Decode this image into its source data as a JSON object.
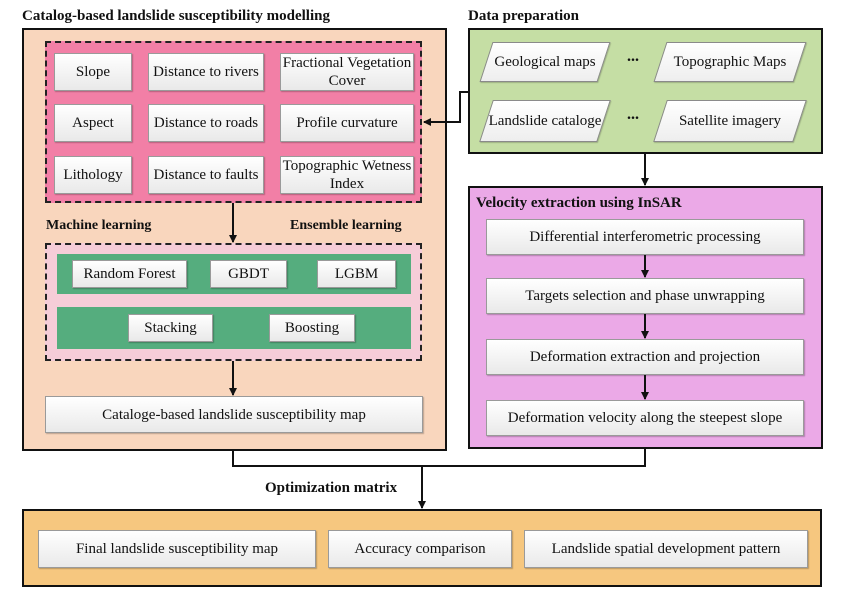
{
  "catalog": {
    "title": "Catalog-based landslide  susceptibility modelling",
    "factors": [
      "Slope",
      "Distance to rivers",
      "Fractional Vegetation Cover",
      "Aspect",
      "Distance to roads",
      "Profile curvature",
      "Lithology",
      "Distance to faults",
      "Topographic Wetness Index"
    ],
    "ml_label": "Machine learning",
    "ensemble_label": "Ensemble learning",
    "models": [
      "Random Forest",
      "GBDT",
      "LGBM"
    ],
    "ensembles": [
      "Stacking",
      "Boosting"
    ],
    "output": "Cataloge-based landslide susceptibility map"
  },
  "data_prep": {
    "title": "Data preparation",
    "items": [
      "Geological maps",
      "Topographic Maps",
      "Landslide cataloge",
      "Satellite imagery"
    ],
    "ellipsis": "..."
  },
  "insar": {
    "title": "Velocity  extraction using InSAR",
    "steps": [
      "Differential interferometric processing",
      "Targets selection and phase unwrapping",
      "Deformation extraction and projection",
      "Deformation velocity along the steepest slope"
    ]
  },
  "optimization": {
    "title": "Optimization matrix",
    "results": [
      "Final landslide susceptibility map",
      "Accuracy comparison",
      "Landslide spatial development pattern"
    ]
  },
  "colors": {
    "catalog_bg": "#f9d6bd",
    "factors_bg": "#f27fa6",
    "ml_bg": "#f6cdd8",
    "ml_band": "#55ad7e",
    "data_bg": "#c5dea4",
    "insar_bg": "#eba9e7",
    "opt_bg": "#f6c77f"
  }
}
